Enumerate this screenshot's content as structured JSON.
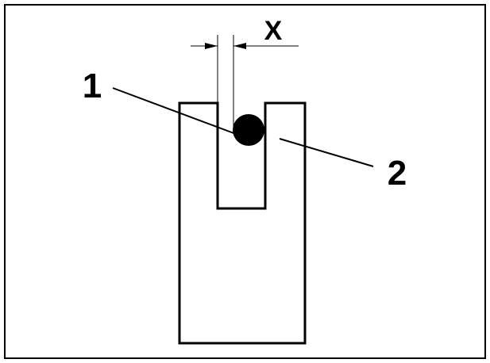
{
  "diagram": {
    "labels": {
      "dimension": "X",
      "part_1": "1",
      "part_2": "2"
    },
    "colors": {
      "line": "#000000",
      "fill_pin": "#000000",
      "background": "#ffffff"
    }
  }
}
